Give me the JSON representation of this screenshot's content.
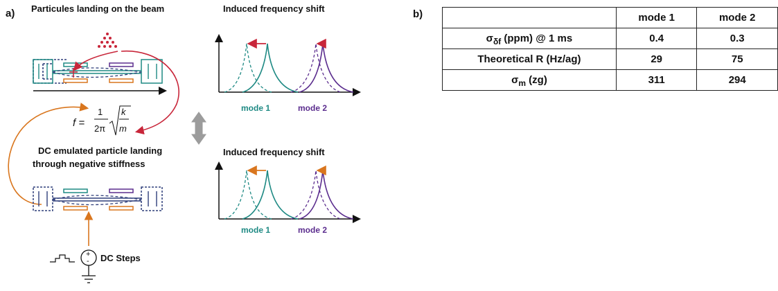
{
  "panel_a": {
    "label": "a)",
    "top_left_title": "Particules landing on the beam",
    "bottom_left_title_line1": "DC emulated particle landing",
    "bottom_left_title_line2": "through negative stiffness",
    "top_right_title": "Induced frequency shift",
    "bottom_right_title": "Induced frequency shift",
    "mode1_label": "mode 1",
    "mode2_label": "mode 2",
    "dc_steps_label": "DC Steps",
    "formula": {
      "lhs": "f =",
      "numerator": "1",
      "denominator": "2π",
      "k": "k",
      "m": "m"
    }
  },
  "panel_b": {
    "label": "b)",
    "header": [
      "",
      "mode 1",
      "mode 2"
    ],
    "rows": [
      {
        "label_main": "σ",
        "label_sub": "δf",
        "label_rest": " (ppm) @ 1 ms",
        "mode1": "0.4",
        "mode2": "0.3"
      },
      {
        "label_main": "Theoretical R (Hz/ag)",
        "label_sub": "",
        "label_rest": "",
        "mode1": "29",
        "mode2": "75"
      },
      {
        "label_main": "σ",
        "label_sub": "m",
        "label_rest": " (zg)",
        "mode1": "311",
        "mode2": "294"
      }
    ]
  },
  "colors": {
    "teal": "#1f8a84",
    "purple": "#5b2d8e",
    "orange": "#d9761e",
    "red": "#c8263a",
    "navy": "#2f3e7a",
    "gray": "#9c9c9c"
  }
}
